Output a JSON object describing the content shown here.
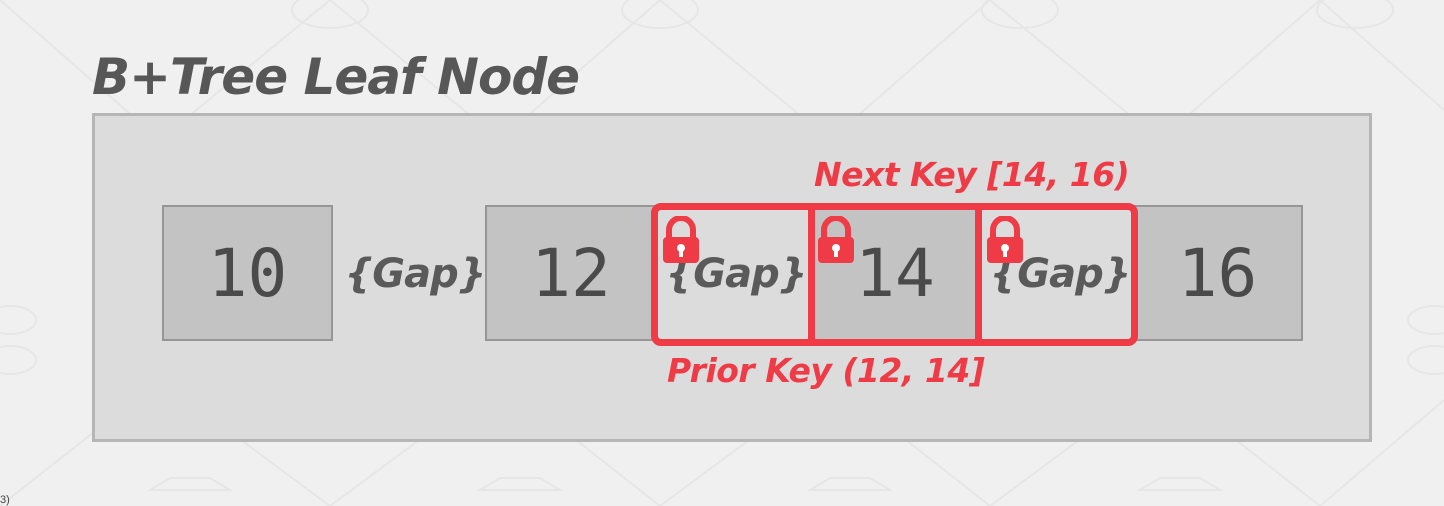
{
  "title": "B+Tree Leaf Node",
  "keys": [
    "10",
    "12",
    "14",
    "16"
  ],
  "gaps": [
    "{Gap}",
    "{Gap}",
    "{Gap}"
  ],
  "next_key_label": "Next Key [14, 16)",
  "prior_key_label": "Prior Key (12, 14]",
  "footer_text": "3)",
  "colors": {
    "accent": "#ee3b46",
    "key_fill": "#c3c3c3",
    "node_fill": "#dcdcdc",
    "text": "#575757"
  },
  "icons": [
    "lock-icon",
    "lock-icon",
    "lock-icon"
  ]
}
